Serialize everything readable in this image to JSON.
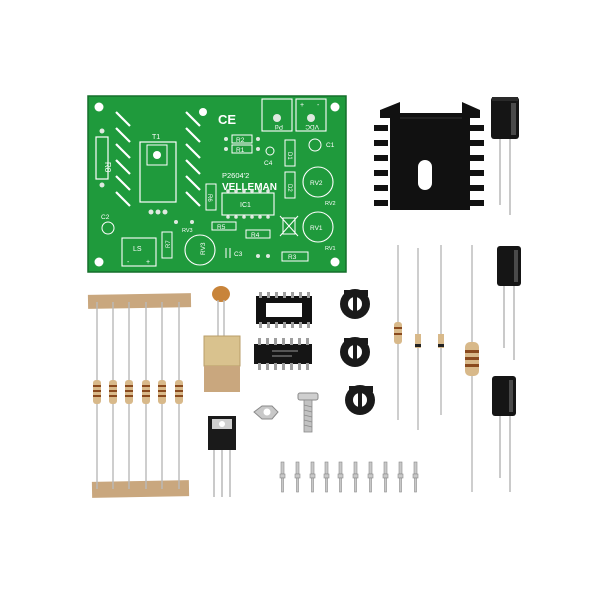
{
  "image": {
    "alt": "Velleman electronic kit parts laid out on white background",
    "background_color": "#ffffff"
  },
  "pcb": {
    "color": "#1f9a3c",
    "silkscreen_color": "#ffffff",
    "brand": "VELLEMAN",
    "part_number": "P2604'2",
    "ce_mark": "CE",
    "labels": {
      "t1": "T1",
      "r8": "R8",
      "r2": "R2",
      "r1": "R1",
      "c4": "C4",
      "c1": "C1",
      "d1": "D1",
      "d2": "D2",
      "r6": "R6",
      "ic1": "IC1",
      "r5": "R5",
      "r4": "R4",
      "r3": "R3",
      "c2": "C2",
      "c3": "C3",
      "r7": "R7",
      "rv3": "RV3",
      "rv3_b": "RV3",
      "rv2": "RV2",
      "rv2_b": "RV2",
      "rv1": "RV1",
      "rv1_b": "RV1",
      "ls": "LS",
      "ls_minus": "-",
      "ls_plus": "+",
      "pd": "Pd",
      "vdc": "VDC",
      "plus": "+",
      "minus": "-"
    }
  },
  "colors": {
    "heatsink": "#111111",
    "capacitor_body": "#151515",
    "resistor_body": "#d8b98a",
    "ceramic_cap": "#c8843a",
    "tape": "#c9a77e",
    "leads": "#b9b9b9"
  },
  "icons": [
    "pcb-icon",
    "heatsink-icon",
    "electrolytic-capacitor-icon",
    "resistor-icon",
    "ic-chip-icon",
    "ic-socket-icon",
    "trimmer-potentiometer-icon",
    "transistor-icon",
    "screw-icon",
    "nut-icon",
    "solder-pin-icon",
    "diode-icon",
    "ceramic-capacitor-icon"
  ]
}
